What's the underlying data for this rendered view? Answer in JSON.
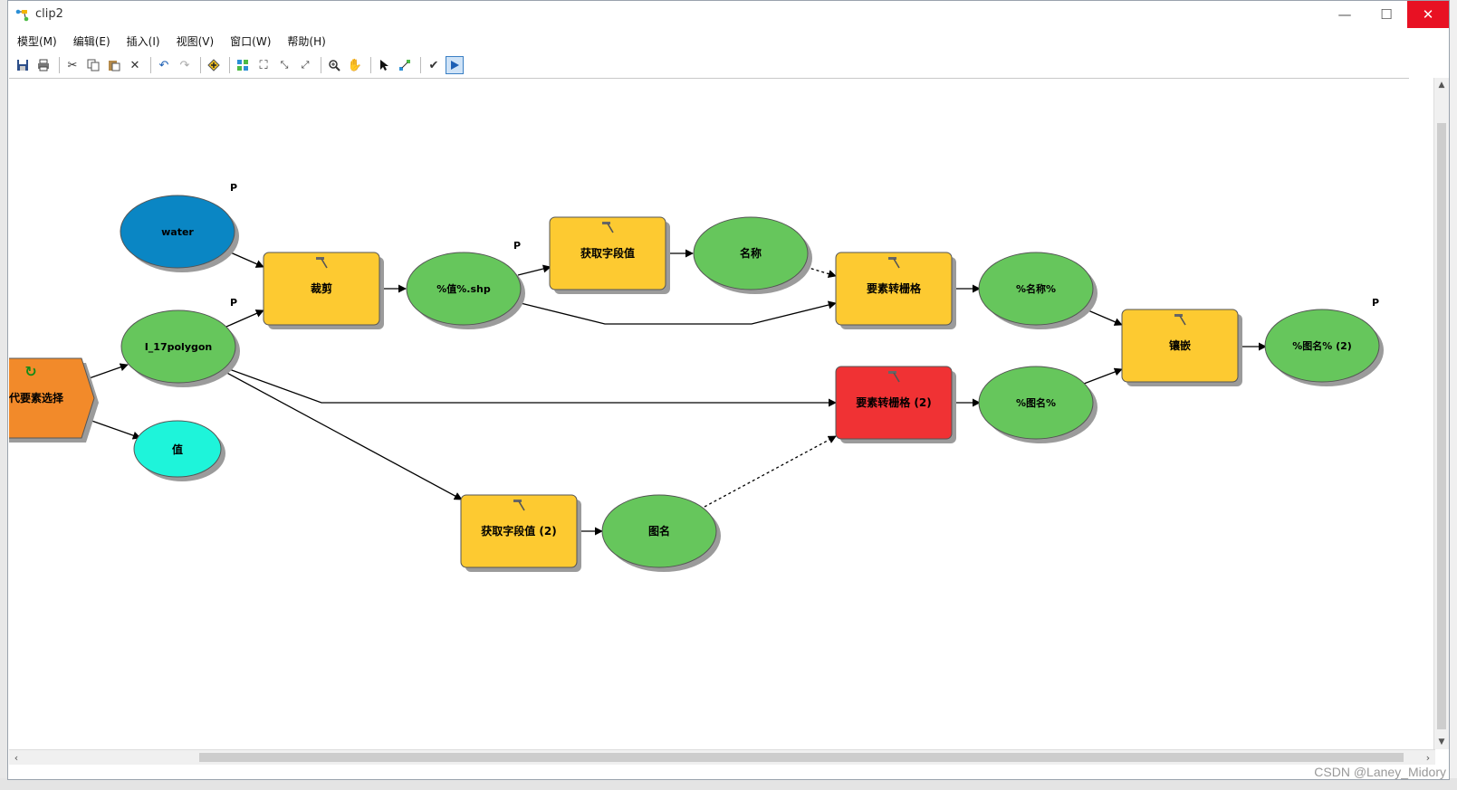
{
  "window": {
    "title": "clip2",
    "controls": {
      "minimize": "—",
      "maximize": "☐",
      "close": "✕"
    }
  },
  "menu": [
    "模型(M)",
    "编辑(E)",
    "插入(I)",
    "视图(V)",
    "窗口(W)",
    "帮助(H)"
  ],
  "toolbar_icons": [
    "save-icon",
    "print-icon",
    "cut-icon",
    "copy-icon",
    "paste-icon",
    "delete-icon",
    "undo-icon",
    "redo-icon",
    "add-data-icon",
    "auto-layout-icon",
    "full-extent-icon",
    "fixed-zoom-in-icon",
    "fixed-zoom-out-icon",
    "zoom-in-icon",
    "pan-icon",
    "select-icon",
    "connect-icon",
    "validate-icon",
    "run-icon"
  ],
  "model": {
    "parameter_marker": "P",
    "nodes": {
      "water": "water",
      "polygon": "I_17polygon",
      "iterator": "代要素选择",
      "value": "值",
      "clip": "裁剪",
      "clip_out": "%值%.shp",
      "getfield1": "获取字段值",
      "name": "名称",
      "to_raster1": "要素转栅格",
      "name_out": "%名称%",
      "mosaic": "镶嵌",
      "mosaic_out": "%图名% (2)",
      "to_raster2": "要素转栅格 (2)",
      "map_name_out": "%图名%",
      "getfield2": "获取字段值 (2)",
      "map_name": "图名"
    },
    "colors": {
      "input_blue": "#0a86c4",
      "derived_green": "#66c65c",
      "tool_yellow": "#fdca31",
      "tool_red": "#f03234",
      "iterator_orange": "#f28a2a",
      "value_cyan": "#1ef4da",
      "shadow": "#9b9b9b"
    }
  },
  "watermark": "CSDN @Laney_Midory"
}
